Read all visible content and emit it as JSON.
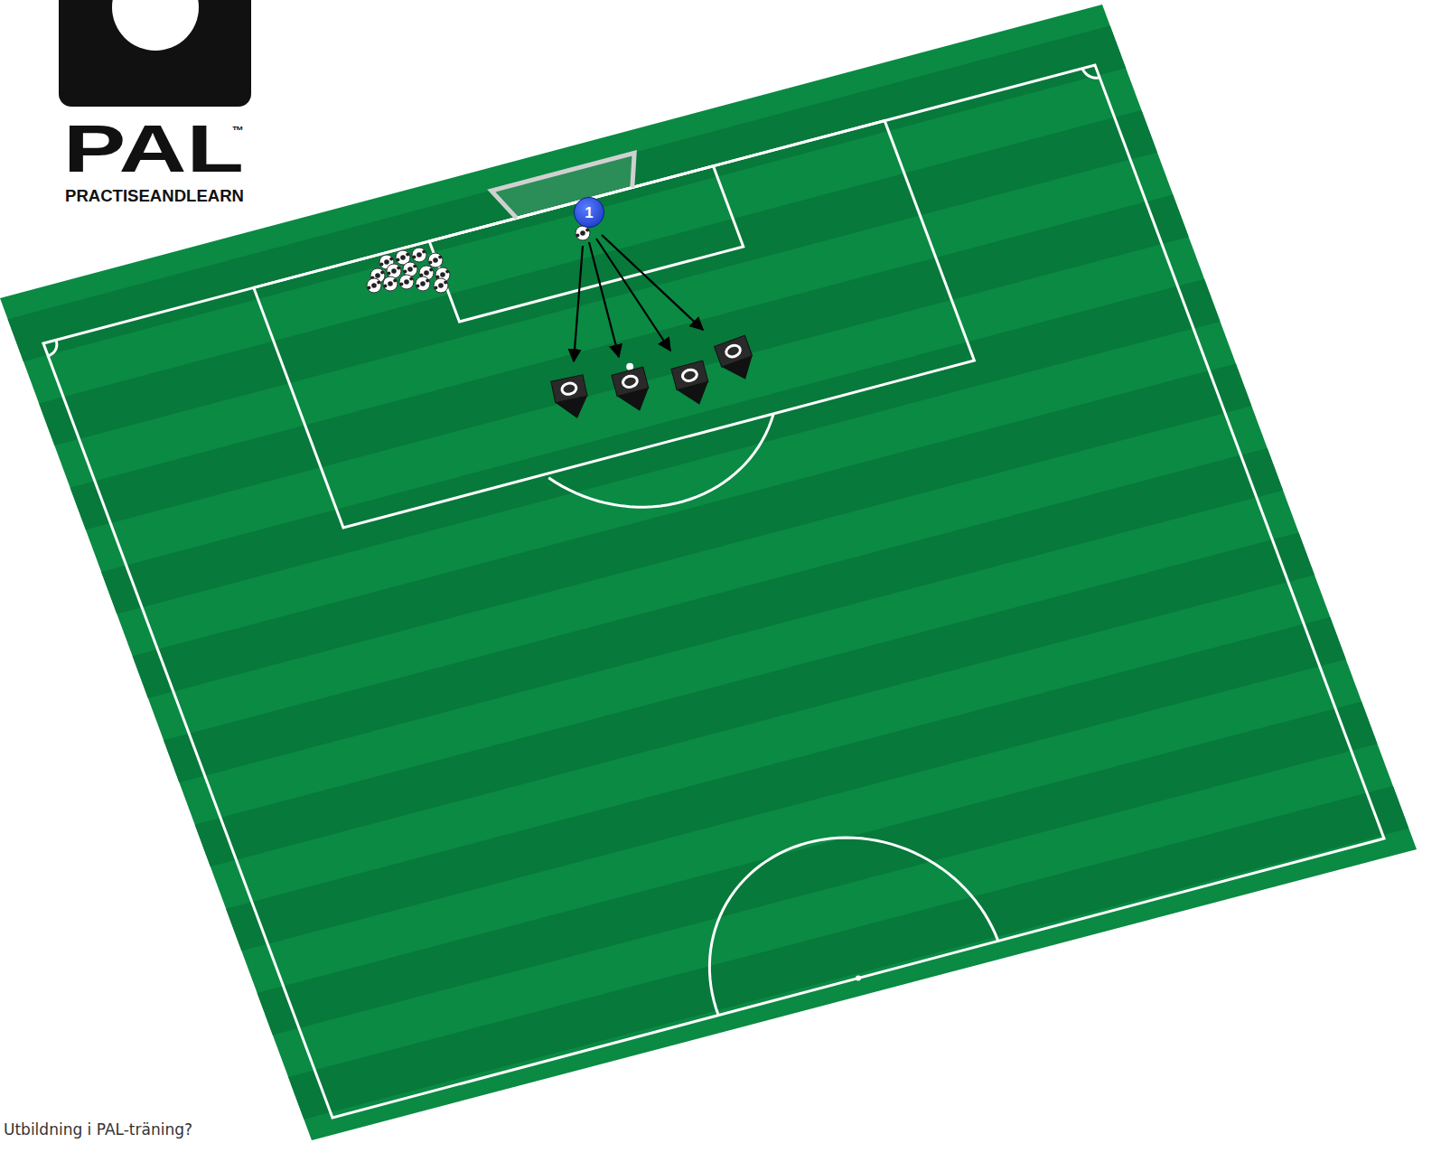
{
  "diagram": {
    "nodes": [
      {
        "text": [
          "1"
        ]
      }
    ],
    "labels": [
      "PAL",
      "™",
      "PRACTISEANDLEARN",
      "Utbildning i PAL-träning?"
    ]
  }
}
